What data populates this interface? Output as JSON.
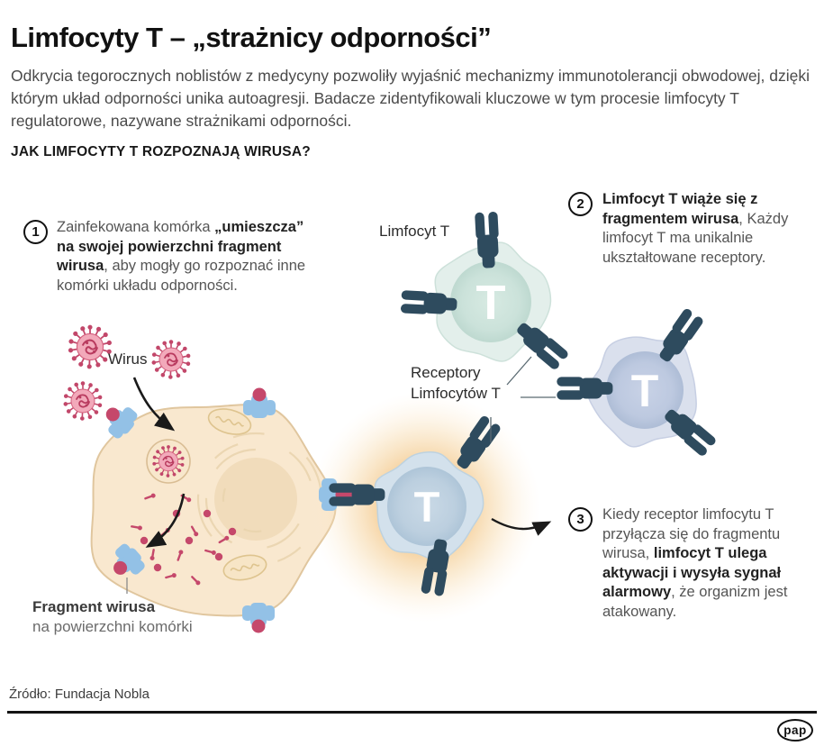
{
  "header": {
    "title": "Limfocyty T – „strażnicy odporności”",
    "intro": "Odkrycia tegorocznych noblistów z medycyny pozwoliły wyjaśnić mechanizmy immunotolerancji obwodowej, dzięki którym układ odporności unika autoagresji. Badacze zidentyfikowali kluczowe w tym procesie limfocyty T regulatorowe, nazywane strażnikami odporności.",
    "section_heading": "JAK LIMFOCYTY T ROZPOZNAJĄ WIRUSA?"
  },
  "annotations": {
    "step1": {
      "number": "1",
      "text_regular_1": "Zainfekowana komórka ",
      "text_bold": "„umieszcza” na swojej powierzchni fragment wirusa",
      "text_regular_2": ", aby mogły go rozpoznać inne komórki układu odporności."
    },
    "step2": {
      "number": "2",
      "text_bold": "Limfocyt T wiąże się z fragmentem wirusa",
      "text_regular": ", Każdy limfocyt T ma unikalnie ukształtowane receptory."
    },
    "step3": {
      "number": "3",
      "text_regular_1": "Kiedy receptor limfocytu T przyłącza się do fragmentu wirusa, ",
      "text_bold": "limfocyt T ulega aktywacji i wysyła sygnał alarmowy",
      "text_regular_2": ", że organizm jest atakowany."
    }
  },
  "labels": {
    "lymphocyte": "Limfocyt T",
    "virus": "Wirus",
    "receptors_line1": "Receptory",
    "receptors_line2": "Limfocytów T",
    "fragment_line1": "Fragment wirusa",
    "fragment_line2": "na powierzchni komórki",
    "cell_letter": "T"
  },
  "footer": {
    "source": "Źródło: Fundacja Nobla",
    "logo": "pap"
  },
  "colors": {
    "receptor_navy": "#2e4b5e",
    "virus_pink": "#f2a9ba",
    "virus_crimson": "#c2476a",
    "membrane_blue": "#93c1e6",
    "fragment_red": "#c5486b",
    "infected_cell_beige": "#f9e8cf",
    "teal_cell": "#e3efeb",
    "periwinkle_cell": "#dae0ed",
    "active_cell_blue": "#d3e1ec",
    "glow_orange": "#f2c184",
    "text_dark": "#1a1a1a",
    "text_gray": "#4a4a4a"
  }
}
